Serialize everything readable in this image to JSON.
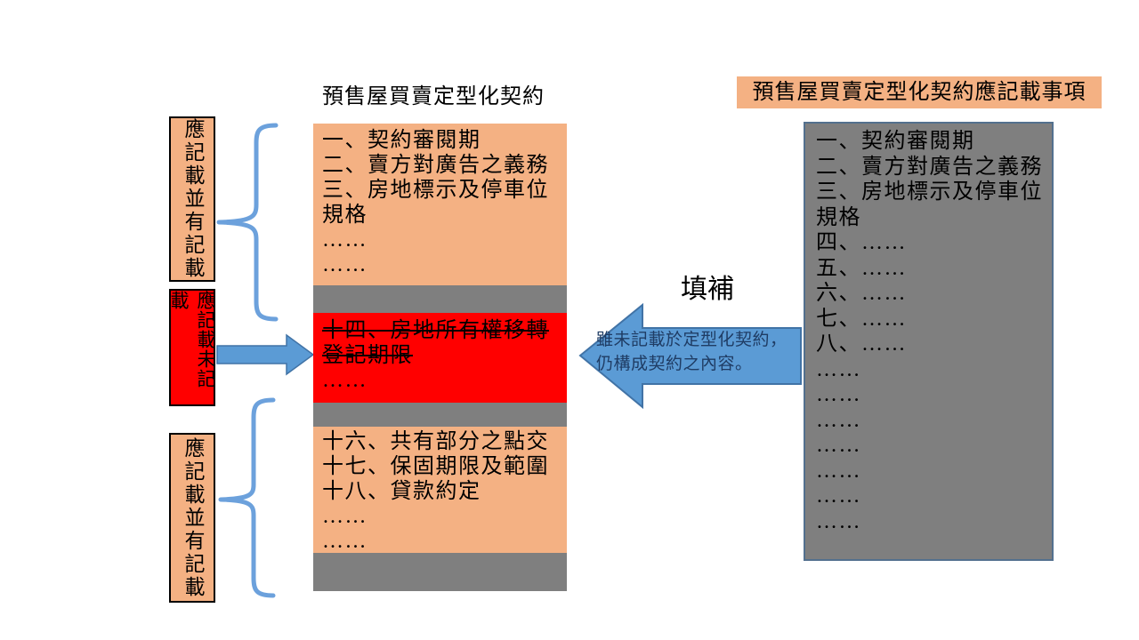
{
  "titles": {
    "contract": "預售屋買賣定型化契約",
    "required_items": "預售屋買賣定型化契約應記載事項"
  },
  "left_labels": {
    "recorded_top": "應記載並有記載",
    "not_recorded": "應記載未記載",
    "recorded_bottom": "應記載並有記載"
  },
  "contract_column": {
    "section_top_lines": [
      "一、契約審閱期",
      "二、賣方對廣告之義務",
      "三、房地標示及停車位",
      "規格",
      "……",
      "……"
    ],
    "missing_section": {
      "line1": "十四、房地所有權移轉",
      "line2": "登記期限",
      "dots": "……"
    },
    "section_bottom_lines": [
      "十六、共有部分之點交",
      "十七、保固期限及範圍",
      "十八、貸款約定",
      "……",
      "……"
    ]
  },
  "required_items_box": {
    "lines": [
      "一、契約審閱期",
      "二、賣方對廣告之義務",
      "三、房地標示及停車位",
      "規格",
      "四、……",
      "五、……",
      "六、……",
      "七、……",
      "八、……",
      "……",
      "……",
      "……",
      "……",
      "……",
      "……",
      "……"
    ]
  },
  "fill_annotation": {
    "label": "填補",
    "line1": "雖未記載於定型化契約，",
    "line2": "仍構成契約之內容。"
  },
  "colors": {
    "peach": "#F4B183",
    "gray": "#7F7F7F",
    "red": "#FF0000",
    "arrow_blue": "#5B9BD5",
    "arrow_border": "#4173A6",
    "brace_blue": "#6CA1DC",
    "arrow_text_navy": "#1F3C64",
    "required_box_border": "#53708E"
  }
}
